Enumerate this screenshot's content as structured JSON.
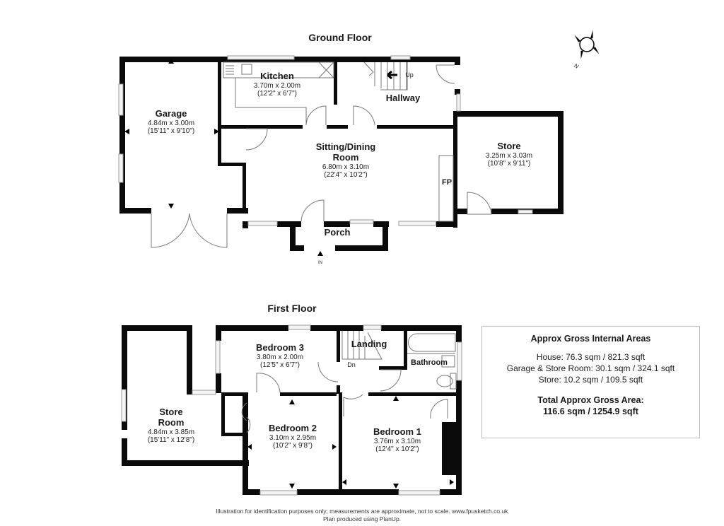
{
  "ground_floor": {
    "title": "Ground Floor",
    "rooms": {
      "garage": {
        "name": "Garage",
        "metric": "4.84m x 3.00m",
        "imperial": "(15'11\" x 9'10\")"
      },
      "kitchen": {
        "name": "Kitchen",
        "metric": "3.70m x 2.00m",
        "imperial": "(12'2\" x 6'7\")"
      },
      "hallway": {
        "name": "Hallway"
      },
      "sitting_dining": {
        "name_line1": "Sitting/Dining",
        "name_line2": "Room",
        "metric": "6.80m x 3.10m",
        "imperial": "(22'4\" x 10'2\")"
      },
      "store": {
        "name": "Store",
        "metric": "3.25m x 3.03m",
        "imperial": "(10'8\" x 9'11\")"
      },
      "porch": {
        "name": "Porch"
      }
    },
    "labels": {
      "fireplace": "FP",
      "stairs_up": "Up",
      "entrance": "IN"
    }
  },
  "first_floor": {
    "title": "First Floor",
    "rooms": {
      "store_room": {
        "name_line1": "Store",
        "name_line2": "Room",
        "metric": "4.84m x 3.85m",
        "imperial": "(15'11\" x 12'8\")"
      },
      "bedroom3": {
        "name": "Bedroom 3",
        "metric": "3.80m x 2.00m",
        "imperial": "(12'5\" x 6'7\")"
      },
      "landing": {
        "name": "Landing"
      },
      "bathroom": {
        "name": "Bathroom"
      },
      "bedroom2": {
        "name": "Bedroom 2",
        "metric": "3.10m x 2.95m",
        "imperial": "(10'2\" x 9'8\")"
      },
      "bedroom1": {
        "name": "Bedroom 1",
        "metric": "3.76m x 3.10m",
        "imperial": "(12'4\" x 10'2\")"
      }
    },
    "labels": {
      "stairs_down": "Dn"
    }
  },
  "compass": {
    "north_label": "N"
  },
  "areas_box": {
    "heading": "Approx Gross Internal Areas",
    "lines": [
      "House: 76.3 sqm / 821.3 sqft",
      "Garage & Store Room: 30.1 sqm / 324.1 sqft",
      "Store: 10.2 sqm / 109.5 sqft"
    ],
    "total_heading": "Total Approx Gross Area:",
    "total_value": "116.6 sqm / 1254.9 sqft"
  },
  "footer": {
    "line1": "Illustration for identification purposes only; measurements are approximate, not to scale. www.fpusketch.co.uk",
    "line2": "Plan produced using PlanUp."
  }
}
